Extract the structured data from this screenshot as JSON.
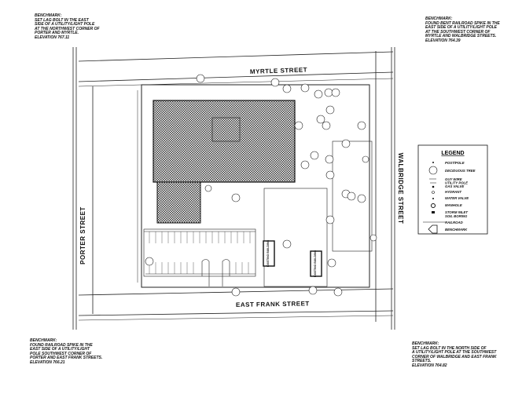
{
  "benchmarks": [
    {
      "heading": "BENCHMARK:",
      "lines": [
        "SET LAG BOLT IN THE EAST",
        "SIDE OF A UTILITY/LIGHT POLE",
        "AT THE NORTHWEST CORNER OF",
        "PORTER AND MYRTLE.",
        "ELEVATION 767.11"
      ]
    },
    {
      "heading": "BENCHMARK:",
      "lines": [
        "FOUND BENT RAILROAD SPIKE IN THE",
        "EAST SIDE OF A UTILITY/LIGHT POLE",
        "AT THE SOUTHWEST CORNER OF",
        "MYRTLE AND WALBRIDGE STREETS.",
        "ELEVATION 764.39"
      ]
    },
    {
      "heading": "BENCHMARK:",
      "lines": [
        "FOUND RAILROAD SPIKE IN THE",
        "EAST SIDE OF A UTILITY/LIGHT",
        "POLE SOUTHWEST CORNER OF",
        "PORTER AND EAST FRANK STREETS.",
        "ELEVATION 766.21"
      ]
    },
    {
      "heading": "BENCHMARK:",
      "lines": [
        "SET LAG BOLT IN THE NORTH SIDE OF",
        "A UTILITY/LIGHT POLE AT THE SOUTHWEST",
        "CORNER OF WALBRIDGE AND EAST FRANK",
        "STREETS.",
        "ELEVATION 764.82"
      ]
    }
  ],
  "streets": {
    "north": "MYRTLE STREET",
    "south": "EAST FRANK STREET",
    "west": "PORTER STREET",
    "east": "WALBRIDGE STREET"
  },
  "buildings": {
    "existing_1": "EXISTING BUILDING",
    "existing_2": "EXISTING BUILDING"
  },
  "legend": {
    "title": "LEGEND",
    "items": [
      "POST/POLE",
      "DECIDUOUS TREE",
      "GUY WIRE",
      "UTILITY POLE",
      "GAS VALVE",
      "HYDRANT",
      "WATER VALVE",
      "MANHOLE",
      "STORM INLET",
      "SOIL BORING",
      "RAILROAD",
      "BENCHMARK"
    ]
  }
}
